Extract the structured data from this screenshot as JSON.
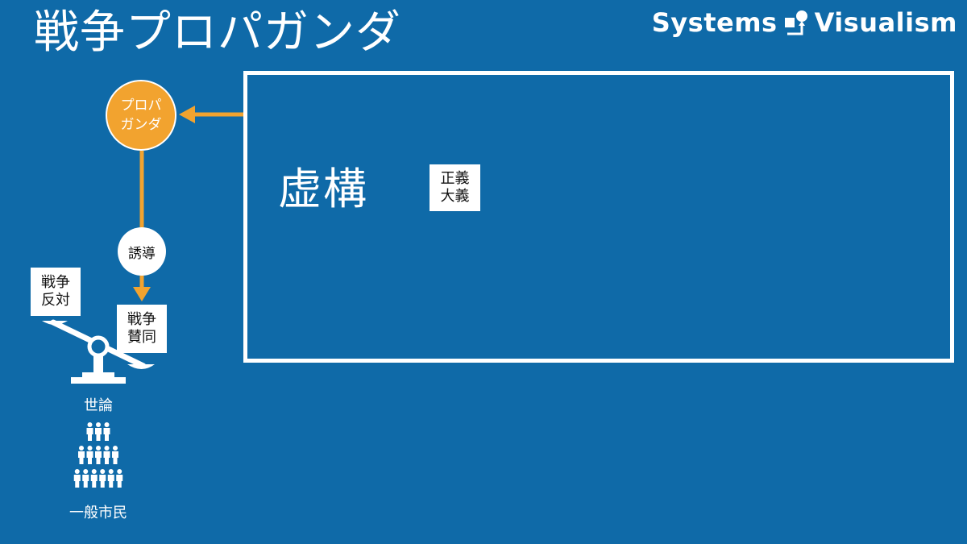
{
  "slide": {
    "title": "戦争プロパガンダ",
    "brand": {
      "left_word": "Systems",
      "right_word": "Visualism"
    }
  },
  "diagram": {
    "frame_label": "虚構",
    "frame_tag": [
      "正義",
      "大義"
    ],
    "propaganda_node": [
      "プロパ",
      "ガンダ"
    ],
    "induce_node": "誘導",
    "scale_left_tag": [
      "戦争",
      "反対"
    ],
    "scale_right_tag": [
      "戦争",
      "賛同"
    ],
    "public_opinion_label": "世論",
    "citizens_label": "一般市民",
    "citizens_rows": [
      3,
      5,
      6
    ]
  },
  "colors": {
    "background": "#0f6aa8",
    "accent": "#f2a32f",
    "foreground": "#ffffff",
    "tag_text": "#111111"
  },
  "icons": [
    "logo-icon",
    "arrow-left-icon",
    "arrow-down-icon",
    "balance-scale-icon",
    "people-icon"
  ]
}
